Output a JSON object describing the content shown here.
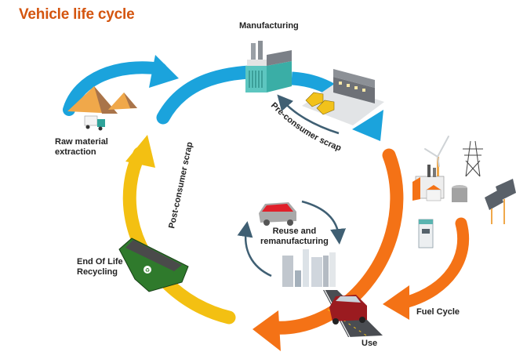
{
  "title": "Vehicle life cycle",
  "colors": {
    "title": "#d4550f",
    "blue_arrow": "#1ba3dc",
    "orange_arrow": "#f47216",
    "yellow_arrow": "#f3c012",
    "small_arrow": "#3f5f73",
    "text": "#222222"
  },
  "stages": {
    "manufacturing": "Manufacturing",
    "raw_material": [
      "Raw material",
      "extraction"
    ],
    "end_of_life": [
      "End Of Life",
      "Recycling"
    ],
    "reuse": [
      "Reuse and",
      "remanufacturing"
    ],
    "fuel_cycle": "Fuel Cycle",
    "use": "Use"
  },
  "flows": {
    "pre_consumer_scrap": "Pre-consumer scrap",
    "post_consumer_scrap": "Post-consumer scrap"
  },
  "icons": [
    "sand-pile-icon",
    "truck-icon",
    "factory-icon",
    "car-lot-icon",
    "wind-turbine-icon",
    "power-pylon-icon",
    "power-plant-icon",
    "solar-panel-icon",
    "fuel-pump-icon",
    "recycling-bin-icon",
    "reuse-car-icon",
    "city-buildings-icon",
    "road-car-icon"
  ]
}
